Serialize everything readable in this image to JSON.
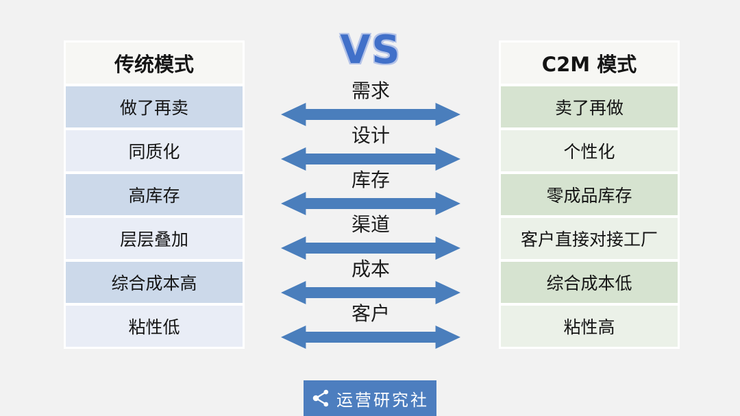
{
  "page": {
    "background": "#f2f2f2"
  },
  "vs_label": "VS",
  "left_table": {
    "title": "传统模式",
    "rows": [
      "做了再卖",
      "同质化",
      "高库存",
      "层层叠加",
      "综合成本高",
      "粘性低"
    ]
  },
  "right_table": {
    "title": "C2M 模式",
    "rows": [
      "卖了再做",
      "个性化",
      "零成品库存",
      "客户直接对接工厂",
      "综合成本低",
      "粘性高"
    ]
  },
  "comparison_axes": [
    "需求",
    "设计",
    "库存",
    "渠道",
    "成本",
    "客户"
  ],
  "footer_logo": {
    "text": "运营研究社",
    "icon": "share-icon",
    "background": "#4d7ebf"
  },
  "colors": {
    "left_row_dark": "#ccd9ea",
    "left_row_light": "#e9edf6",
    "right_row_dark": "#d6e3d0",
    "right_row_light": "#ebf1e8",
    "header_bg": "#f7f7f4",
    "arrow_blue": "#4a7ebc",
    "vs_blue": "#4170c9",
    "vs_outline": "#b4c3e8",
    "logo_bg": "#4d7ebf"
  }
}
